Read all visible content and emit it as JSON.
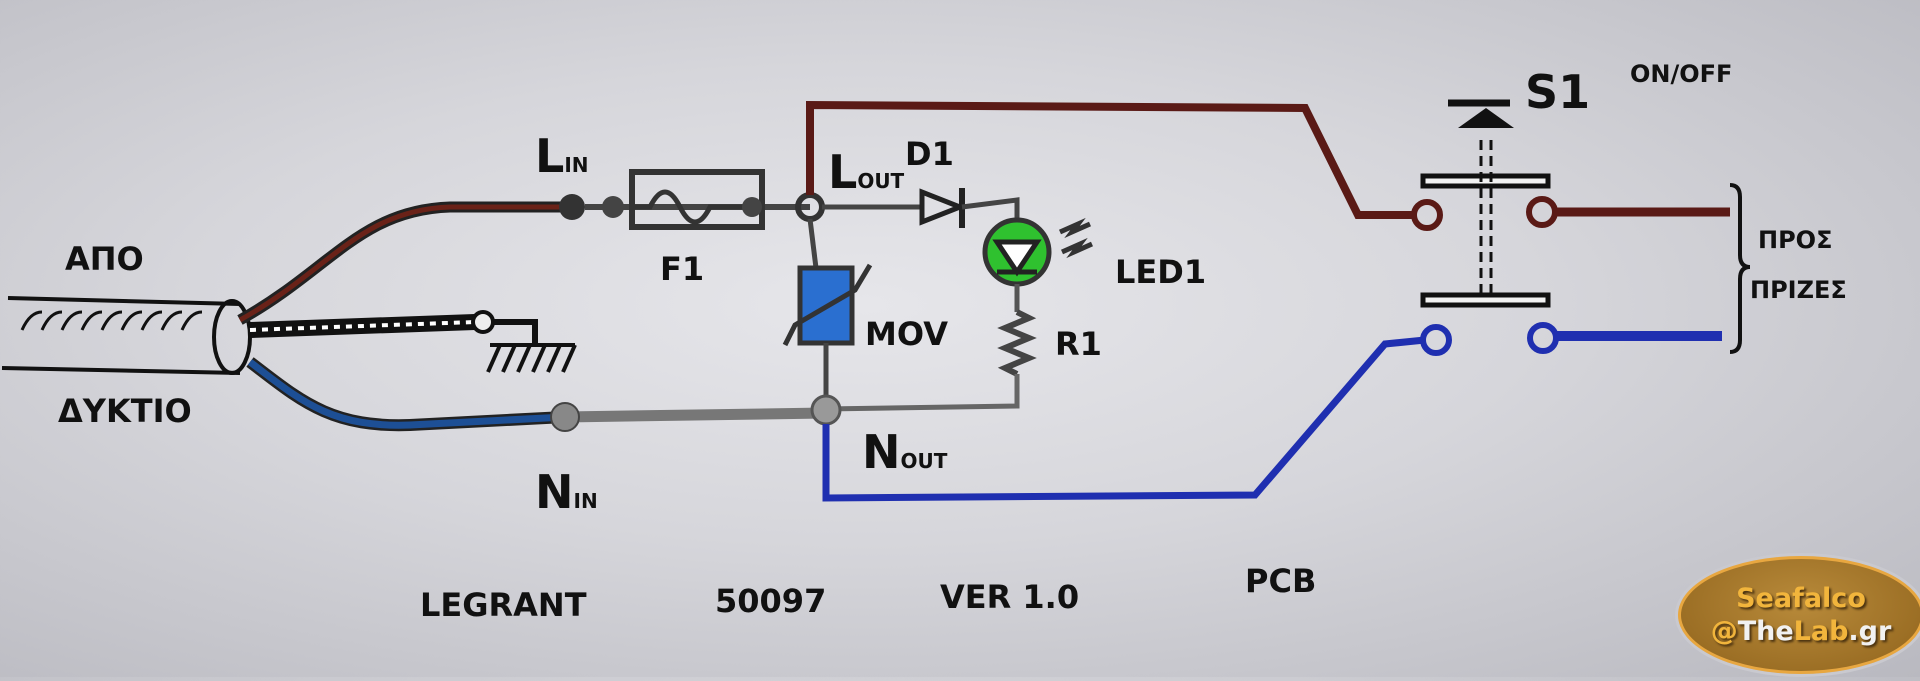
{
  "diagram": {
    "title_line": {
      "brand": "LEGRANT",
      "model": "50097",
      "version": "VER 1.0",
      "kind": "PCB"
    },
    "cable": {
      "label_top": "ΑΠΟ",
      "label_bottom": "ΔΥΚΤΙΟ"
    },
    "nodes": {
      "l_in": {
        "main": "L",
        "sub": "IN"
      },
      "n_in": {
        "main": "N",
        "sub": "IN"
      },
      "l_out": {
        "main": "L",
        "sub": "OUT"
      },
      "n_out": {
        "main": "N",
        "sub": "OUT"
      }
    },
    "components": {
      "fuse": "F1",
      "diode": "D1",
      "led": "LED1",
      "varistor": "MOV",
      "resistor": "R1",
      "switch": "S1",
      "switch_note": "ON/OFF"
    },
    "outputs": {
      "line1": "ΠΡΟΣ",
      "line2": "ΠΡΙΖΕΣ"
    },
    "colors": {
      "live_wire": "#5a1a16",
      "neutral_wire": "#1f2fb0",
      "cable_neutral": "#1d4f95",
      "pencil": "#555555",
      "ink": "#111111",
      "led_fill": "#2fc12f",
      "mov_fill": "#2a6fd0"
    }
  },
  "watermark": {
    "line1": "Seafalco",
    "line2_prefix": "@",
    "line2_white": "The",
    "line2_orange": "Lab",
    "line2_suffix": ".gr"
  }
}
